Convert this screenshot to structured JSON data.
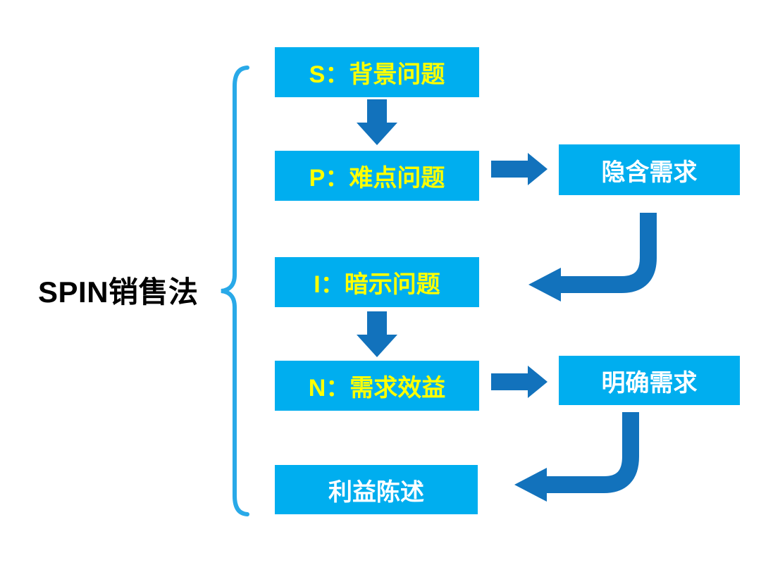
{
  "diagram": {
    "title": "SPIN销售法",
    "steps": [
      {
        "id": "s",
        "label": "S：背景问题"
      },
      {
        "id": "p",
        "label": "P：难点问题"
      },
      {
        "id": "i",
        "label": "I：暗示问题"
      },
      {
        "id": "n",
        "label": "N：需求效益"
      },
      {
        "id": "benefit",
        "label": "利益陈述"
      }
    ],
    "outcomes": [
      {
        "id": "implied",
        "label": "隐含需求"
      },
      {
        "id": "explicit",
        "label": "明确需求"
      }
    ],
    "connections": [
      {
        "from": "S：背景问题",
        "to": "P：难点问题",
        "type": "down-arrow"
      },
      {
        "from": "P：难点问题",
        "to": "隐含需求",
        "type": "right-arrow"
      },
      {
        "from": "隐含需求",
        "to": "I：暗示问题",
        "type": "curved-arrow"
      },
      {
        "from": "I：暗示问题",
        "to": "N：需求效益",
        "type": "down-arrow"
      },
      {
        "from": "N：需求效益",
        "to": "明确需求",
        "type": "right-arrow"
      },
      {
        "from": "明确需求",
        "to": "利益陈述",
        "type": "curved-arrow"
      }
    ],
    "colors": {
      "box_fill": "#00AEEF",
      "step_text": "#FFFF00",
      "outcome_text": "#FFFFFF",
      "arrow": "#1272BC",
      "brace": "#29A9E8",
      "title_text": "#000000",
      "background": "#FFFFFF"
    }
  }
}
